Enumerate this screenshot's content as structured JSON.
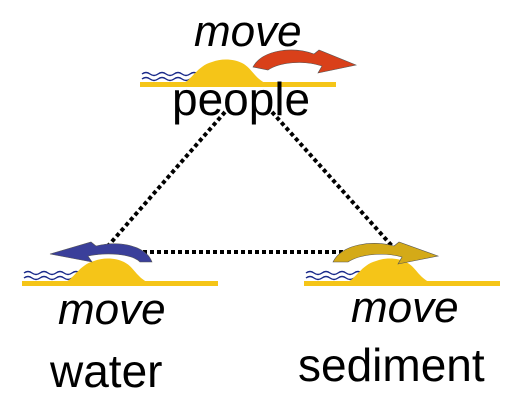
{
  "nodes": {
    "people": {
      "verb": "move",
      "noun": "people",
      "arrow_color": "#d9401a"
    },
    "water": {
      "verb": "move",
      "noun": "water",
      "arrow_color": "#3a3f9a"
    },
    "sediment": {
      "verb": "move",
      "noun": "sediment",
      "arrow_color": "#d4aa18"
    }
  },
  "colors": {
    "island": "#f5c518",
    "island_base": "#f5c518",
    "wave": "#1a2a8a",
    "connector": "#000000"
  },
  "icons": {
    "island": "island-icon",
    "curved_arrow": "curved-arrow-icon"
  }
}
